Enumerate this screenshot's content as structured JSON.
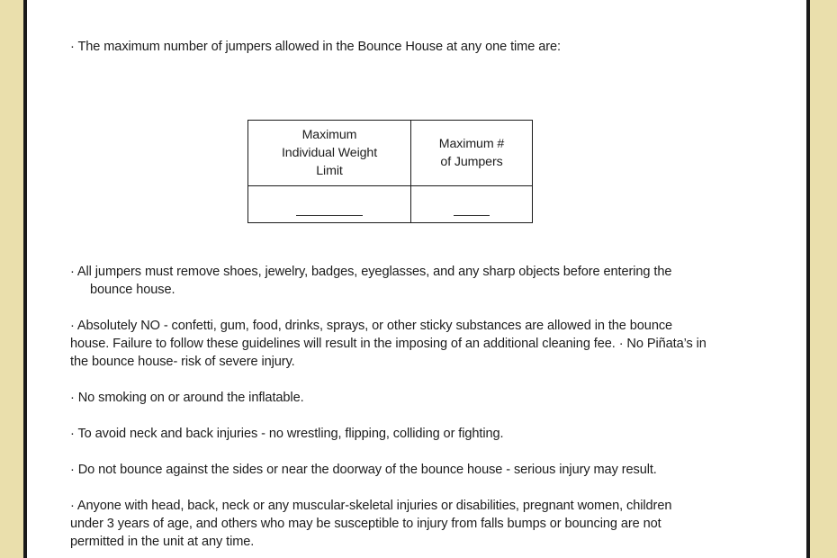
{
  "document": {
    "page_background": "#eadfac",
    "sheet_background": "#ffffff",
    "border_color": "#1a1a1a",
    "text_color": "#1c1c1c",
    "lead_line": "· The maximum number of jumpers allowed in the Bounce House at any one time are:"
  },
  "table": {
    "headers": [
      "Maximum\nIndividual  Weight\nLimit",
      "Maximum #\nof  Jumpers"
    ],
    "rows": [
      [
        "",
        ""
      ]
    ],
    "blank_fields": [
      "weight-limit-blank",
      "jumper-count-blank"
    ]
  },
  "rules": [
    {
      "id": "rule-remove-items",
      "line1": "· All jumpers must remove shoes, jewelry, badges, eyeglasses, and any sharp objects before entering the",
      "line2": "bounce house."
    },
    {
      "id": "rule-no-sticky-substances",
      "line1": "· Absolutely NO - confetti, gum, food, drinks, sprays, or other sticky substances are allowed in the bounce",
      "line2": "house. Failure to follow these guidelines will result in the imposing of an additional cleaning fee. · No Piñata’s in",
      "line3": "the bounce house- risk of severe injury."
    },
    {
      "id": "rule-no-smoking",
      "line1": "· No smoking on or around the inflatable."
    },
    {
      "id": "rule-no-roughhousing",
      "line1": "· To avoid neck and back injuries - no wrestling, flipping, colliding or fighting."
    },
    {
      "id": "rule-no-bouncing-sides",
      "line1": "· Do not bounce against the sides or near the doorway of the bounce house - serious injury may result."
    },
    {
      "id": "rule-health-restrictions",
      "line1": "· Anyone with head, back, neck or any muscular-skeletal injuries or disabilities, pregnant women, children",
      "line2": "under 3 years of age, and others who may be susceptible to injury from falls bumps or bouncing are not",
      "line3": "permitted in the unit at any time."
    }
  ]
}
